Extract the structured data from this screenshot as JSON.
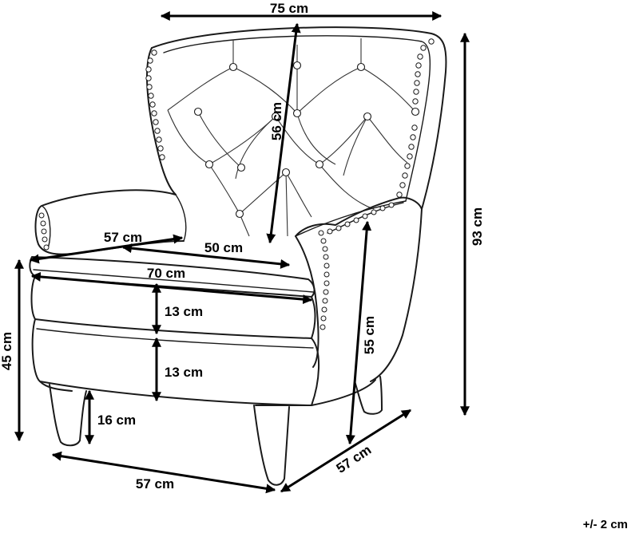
{
  "dimensions": {
    "total_width": "75 cm",
    "back_height": "56 cm",
    "total_height": "93 cm",
    "seat_depth_top": "57 cm",
    "seat_width_inner": "50 cm",
    "seat_width_outer": "70 cm",
    "cushion_height": "13 cm",
    "base_height": "13 cm",
    "seat_height": "45 cm",
    "arm_height": "55 cm",
    "leg_height": "16 cm",
    "bottom_width": "57 cm",
    "bottom_depth": "57 cm"
  },
  "tolerance": "+/- 2 cm"
}
